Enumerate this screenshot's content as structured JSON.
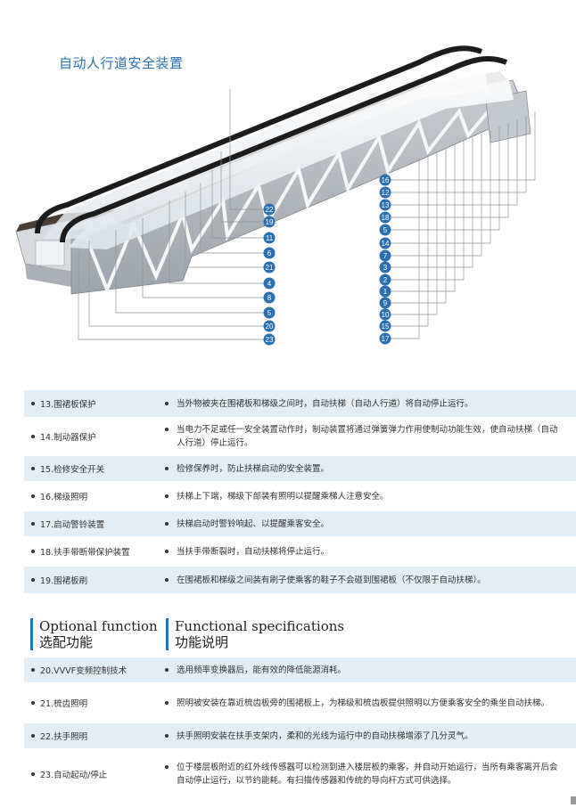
{
  "title": "自动人行道安全装置",
  "callouts_left": [
    "22",
    "19",
    "11",
    "6",
    "21",
    "4",
    "8",
    "5",
    "20",
    "23"
  ],
  "callouts_right": [
    "16",
    "12",
    "13",
    "18",
    "5",
    "14",
    "7",
    "3",
    "2",
    "1",
    "9",
    "10",
    "15",
    "17"
  ],
  "safety_items": [
    {
      "label": "13.围裙板保护",
      "desc": "当外物被夹在围裙板和梯级之间时，自动扶梯（自动人行道）将自动停止运行。"
    },
    {
      "label": "14.制动器保护",
      "desc": "当电力不足或任一安全装置动作时，制动装置将通过弹簧弹力作用使制动功能生效，使自动扶梯（自动人行道）停止运行。"
    },
    {
      "label": "15.检修安全开关",
      "desc": "检修保养时，防止扶梯启动的安全装置。"
    },
    {
      "label": "16.梯级照明",
      "desc": "扶梯上下端，梯级下部装有照明以提醒乘梯人注意安全。"
    },
    {
      "label": "17.启动警铃装置",
      "desc": "扶梯启动时警铃响起、以提醒乘客安全。"
    },
    {
      "label": "18.扶手带断带保护装置",
      "desc": "当扶手带断裂时，自动扶梯将停止运行。"
    },
    {
      "label": "19.围裙板刷",
      "desc": "在围裙板和梯级之间装有刷子使乘客的鞋子不会碰到围裙板（不仅限于自动扶梯）。"
    }
  ],
  "optional": {
    "en": "Optional function",
    "cn": "选配功能"
  },
  "functional": {
    "en": "Functional specifications",
    "cn": "功能说明"
  },
  "optional_items": [
    {
      "label": "20.VVVF变频控制技术",
      "desc": "选用频率变换器后，能有效的降低能源消耗。"
    },
    {
      "label": "21.梳齿照明",
      "desc": "照明被安装在靠近梳齿板旁的围裙板上，为梯级和梳齿板提供照明以方便乘客安全的乘坐自动扶梯。"
    },
    {
      "label": "22.扶手照明",
      "desc": "扶手照明安装在扶手支架内，柔和的光线为运行中的自动扶梯增添了几分灵气。"
    },
    {
      "label": "23.自动起动/停止",
      "desc": "位于楼层板附近的红外线传感器可以检测到进入楼层板的乘客，并自动开始运行，当所有乘客离开后会自动停止运行，以节约能耗。有扫描传感器和传统的导向杆方式可供选择。"
    }
  ],
  "colors": {
    "accent": "#2a6fb0",
    "shade": "#e3edf5",
    "truss": "#b9bec4"
  }
}
